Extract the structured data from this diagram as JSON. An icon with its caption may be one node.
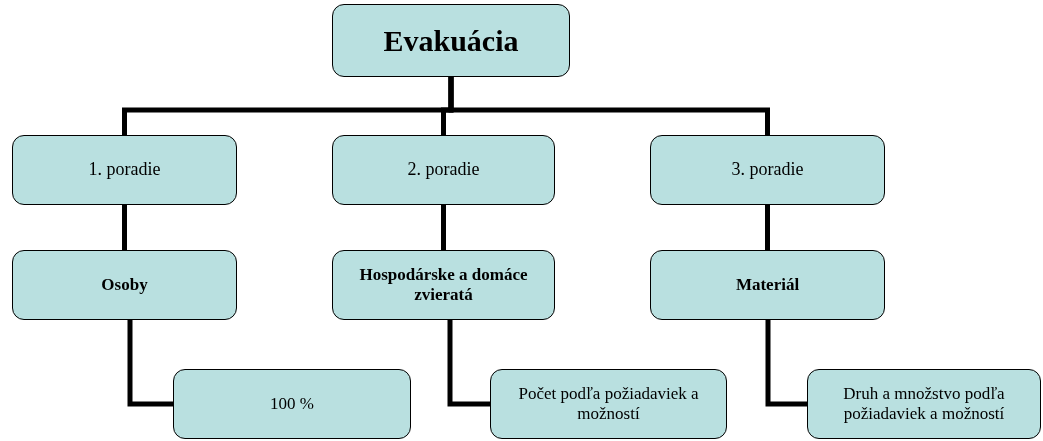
{
  "diagram": {
    "nodes": [
      {
        "text": [
          "Evakuácia"
        ]
      },
      {
        "text": [
          "1. poradie"
        ]
      },
      {
        "text": [
          "2. poradie"
        ]
      },
      {
        "text": [
          "3. poradie"
        ]
      },
      {
        "text": [
          "Osoby"
        ]
      },
      {
        "text": [
          "Hospodárske a domáce zvieratá"
        ]
      },
      {
        "text": [
          "Materiál"
        ]
      },
      {
        "text": [
          "100 %"
        ]
      },
      {
        "text": [
          "Počet podľa požiadaviek a možností"
        ]
      },
      {
        "text": [
          "Druh a množstvo podľa požiadaviek a možností"
        ]
      }
    ],
    "edges": [
      {
        "from": 0,
        "to": 1,
        "arrow": "none"
      },
      {
        "from": 0,
        "to": 2,
        "arrow": "none"
      },
      {
        "from": 0,
        "to": 3,
        "arrow": "none"
      },
      {
        "from": 1,
        "to": 4,
        "arrow": "none"
      },
      {
        "from": 2,
        "to": 5,
        "arrow": "none"
      },
      {
        "from": 3,
        "to": 6,
        "arrow": "none"
      },
      {
        "from": 4,
        "to": 7,
        "arrow": "none"
      },
      {
        "from": 5,
        "to": 8,
        "arrow": "none"
      },
      {
        "from": 6,
        "to": 9,
        "arrow": "none"
      }
    ]
  }
}
